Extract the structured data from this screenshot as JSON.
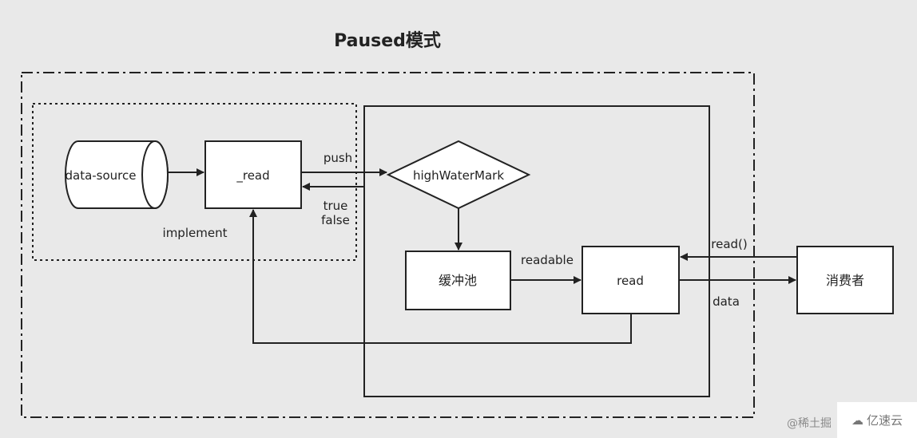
{
  "title": "Paused模式",
  "nodes": {
    "data_source": "data-source",
    "read_impl": "_read",
    "high_water_mark": "highWaterMark",
    "buffer_pool": "缓冲池",
    "read": "read",
    "consumer": "消费者"
  },
  "edge_labels": {
    "push": "push",
    "true": "true",
    "false": "false",
    "implement": "implement",
    "readable": "readable",
    "read_call": "read()",
    "data": "data"
  },
  "watermark": {
    "author": "@稀土掘",
    "brand": "亿速云"
  }
}
